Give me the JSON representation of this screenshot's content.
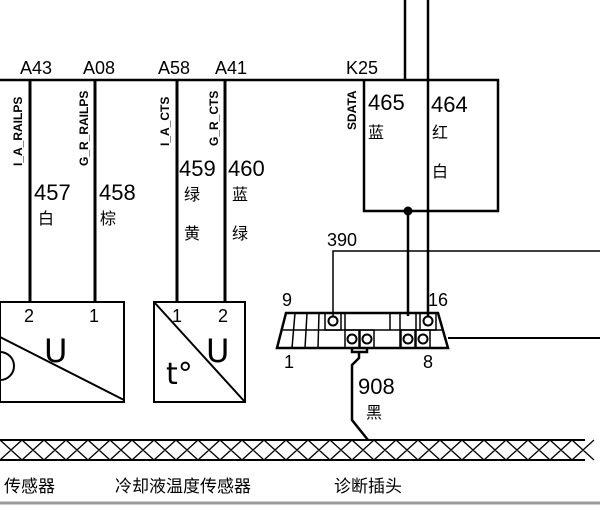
{
  "pins": {
    "a43": "A43",
    "a08": "A08",
    "a58": "A58",
    "a41": "A41",
    "k25": "K25"
  },
  "signals": {
    "la_railps": "I_A_RAILPS",
    "gr_railps": "G_R_RAILPS",
    "la_cts": "I_A_CTS",
    "gr_cts": "G_R_CTS",
    "sdata": "SDATA"
  },
  "wires": {
    "w457": {
      "num": "457",
      "color1": "白"
    },
    "w458": {
      "num": "458",
      "color1": "棕"
    },
    "w459": {
      "num": "459",
      "color1": "绿",
      "color2": "黄"
    },
    "w460": {
      "num": "460",
      "color1": "蓝",
      "color2": "绿"
    },
    "w465": {
      "num": "465",
      "color1": "蓝"
    },
    "w464": {
      "num": "464",
      "color1": "红",
      "color2": "白"
    },
    "w390": {
      "num": "390"
    },
    "w908": {
      "num": "908",
      "color1": "黑"
    }
  },
  "sensor1": {
    "pin_a": "2",
    "pin_b": "1",
    "symbol": "U"
  },
  "sensor2": {
    "pin_a": "1",
    "pin_b": "2",
    "temp_symbol": "t°",
    "symbol": "U"
  },
  "diag": {
    "pin9": "9",
    "pin16": "16",
    "pin1": "1",
    "pin8": "8"
  },
  "labels": {
    "sensor1": "传感器",
    "sensor2": "冷却液温度传感器",
    "diag": "诊断插头"
  }
}
